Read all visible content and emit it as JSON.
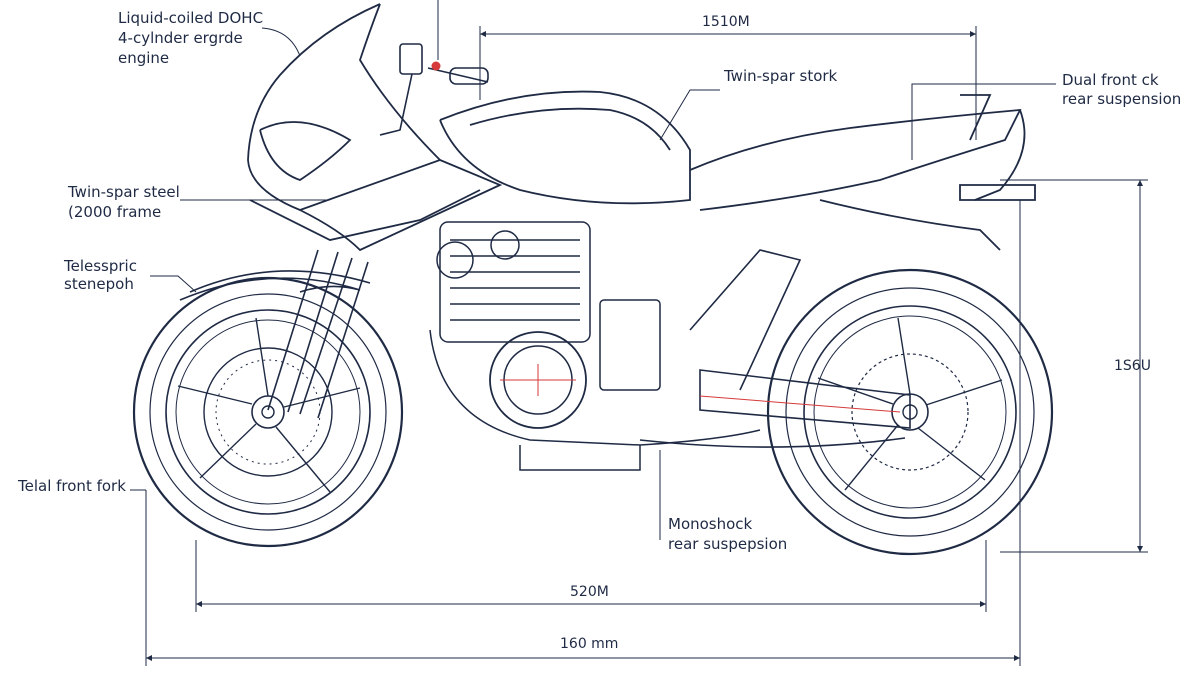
{
  "callouts": {
    "engine_line1": "Liquid-coiled DOHC",
    "engine_line2": "4-cylnder ergrde",
    "engine_line3": "engine",
    "frame_line1": "Twin-spar steel",
    "frame_line2": "(2000 frame",
    "tele_line1": "Telesspric",
    "tele_line2": "stenepoh",
    "fork": "Telal front fork",
    "stork": "Twin-spar stork",
    "dual_line1": "Dual front ck",
    "dual_line2": "rear suspension",
    "mono_line1": "Monoshock",
    "mono_line2": "rear suspepsion"
  },
  "dimensions": {
    "top": "1510M",
    "height": "1S6U",
    "wheelbase": "520M",
    "overall": "160 mm"
  },
  "colors": {
    "line": "#1f2a44",
    "accent": "#d63a3a",
    "fill": "#eef0f4"
  }
}
